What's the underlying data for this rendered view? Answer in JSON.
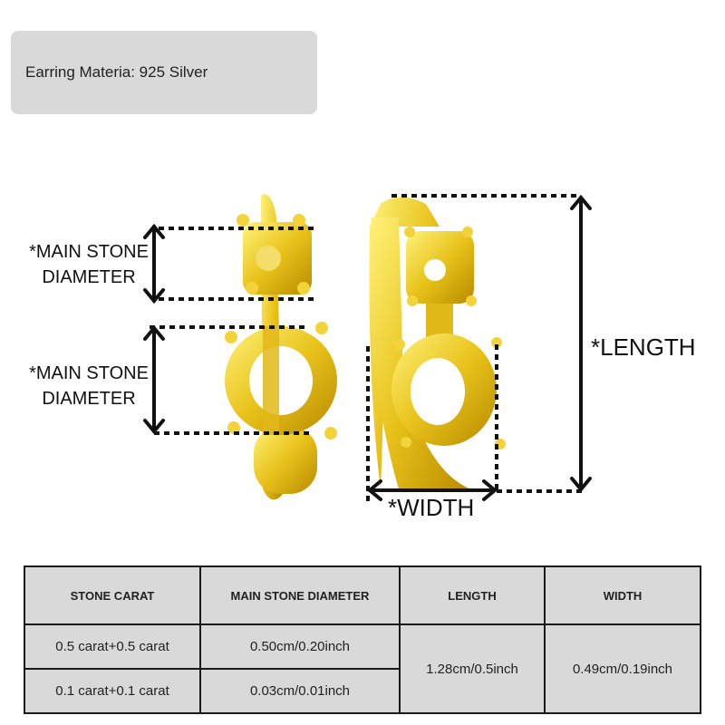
{
  "material": {
    "text": "Earring Materia: 925 Silver"
  },
  "diagram": {
    "top_label": "*MAIN STONE\nDIAMETER",
    "top_label_line1": "*MAIN STONE",
    "top_label_line2": "DIAMETER",
    "bottom_label_line1": "*MAIN STONE",
    "bottom_label_line2": "DIAMETER",
    "length_label": "*LENGTH",
    "width_label": "*WIDTH",
    "metal_color": "#e8c21a"
  },
  "table": {
    "headers": [
      "STONE CARAT",
      "MAIN STONE DIAMETER",
      "LENGTH",
      "WIDTH"
    ],
    "rows": [
      [
        "0.5 carat+0.5 carat",
        "0.50cm/0.20inch"
      ],
      [
        "0.1 carat+0.1 carat",
        "0.03cm/0.01inch"
      ]
    ],
    "length_value": "1.28cm/0.5inch",
    "width_value": "0.49cm/0.19inch"
  }
}
